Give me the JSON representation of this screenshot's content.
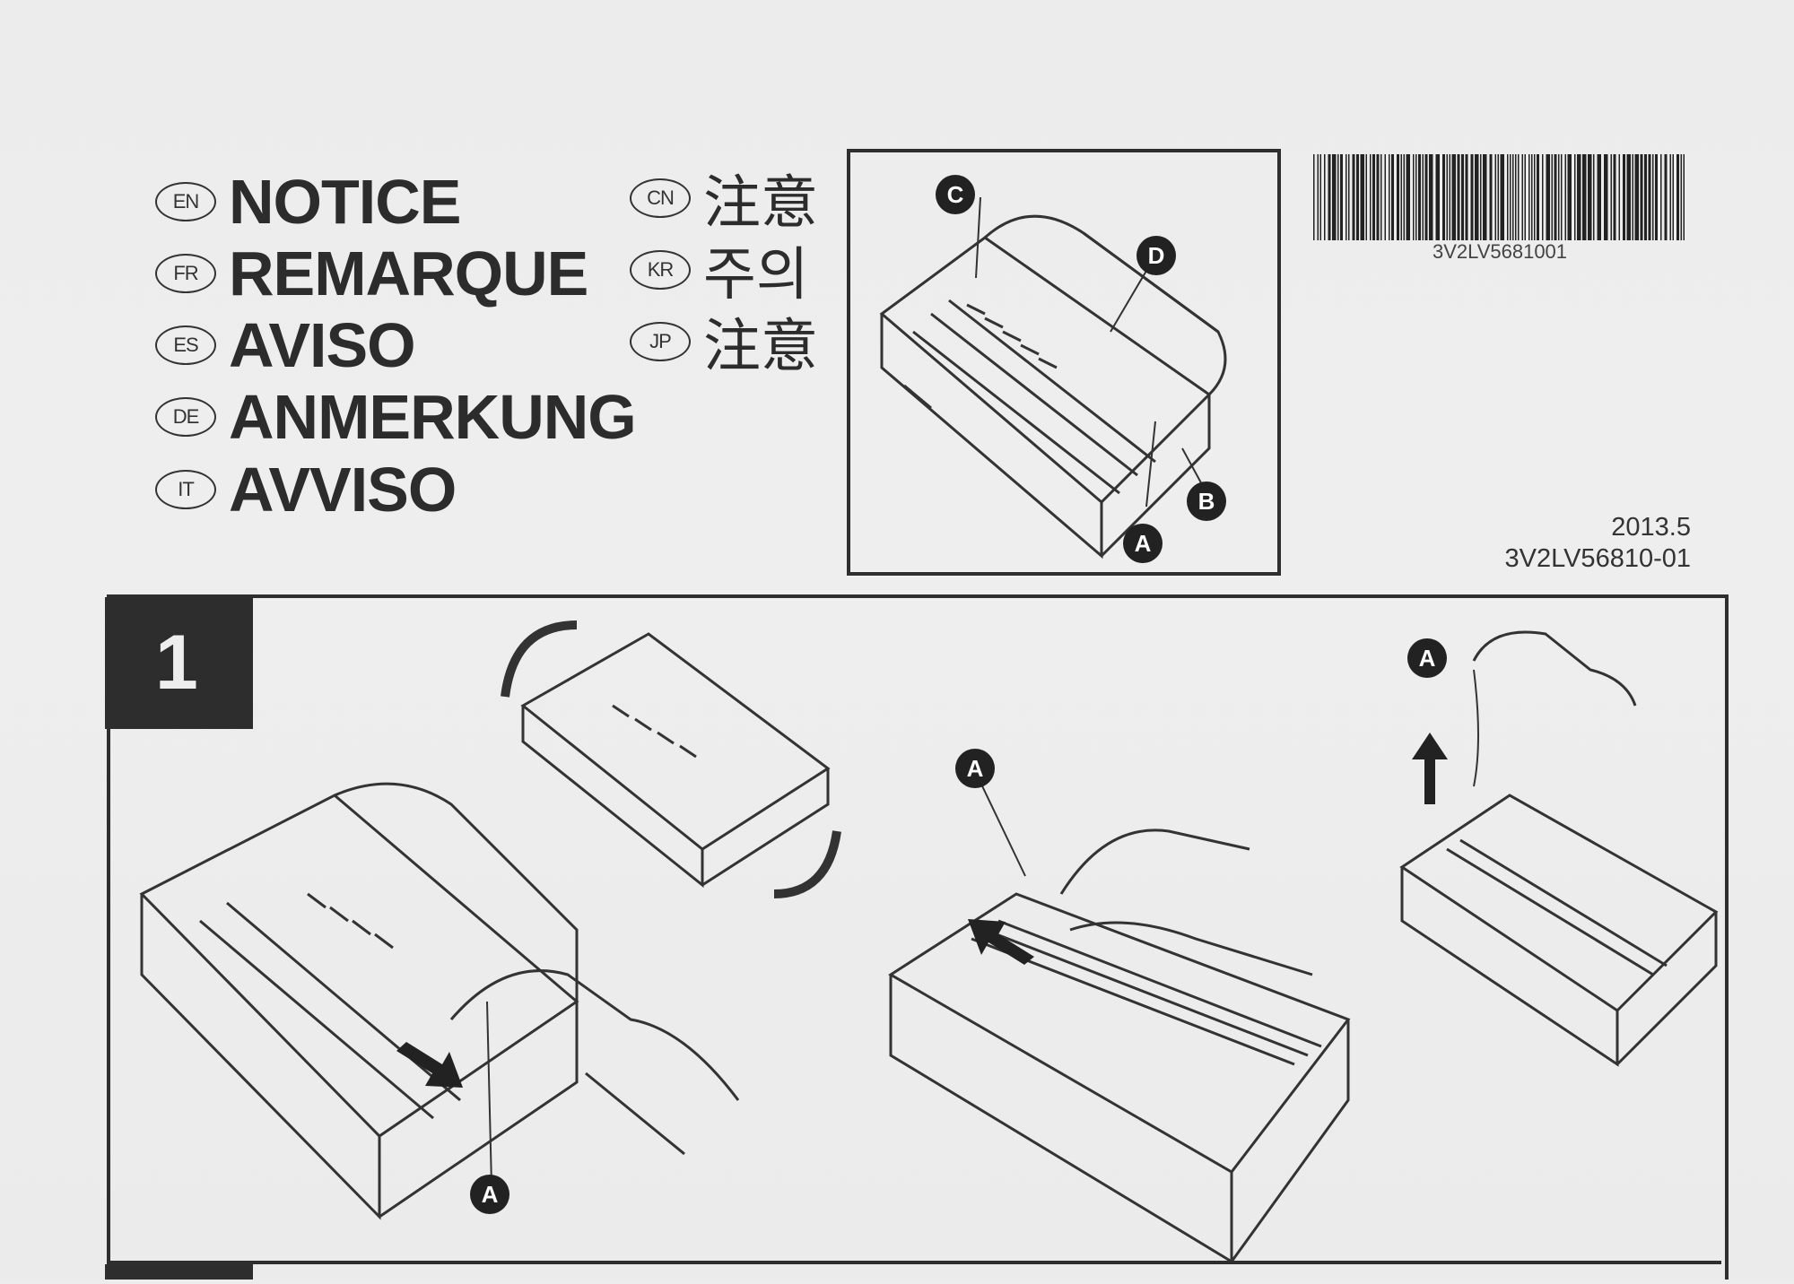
{
  "notice": {
    "languages": [
      {
        "code": "EN",
        "word": "NOTICE"
      },
      {
        "code": "FR",
        "word": "REMARQUE"
      },
      {
        "code": "ES",
        "word": "AVISO"
      },
      {
        "code": "DE",
        "word": "ANMERKUNG"
      },
      {
        "code": "IT",
        "word": "AVVISO"
      }
    ],
    "asian_languages": [
      {
        "code": "CN",
        "word": "注意"
      },
      {
        "code": "KR",
        "word": "주의"
      },
      {
        "code": "JP",
        "word": "注意"
      }
    ]
  },
  "overview_diagram": {
    "callouts": [
      "A",
      "B",
      "C",
      "D"
    ]
  },
  "barcode": {
    "text": "3V2LV5681001"
  },
  "meta": {
    "date": "2013.5",
    "doc_code": "3V2LV56810-01"
  },
  "step": {
    "number": "1",
    "callouts": {
      "left": "A",
      "middle": "A",
      "right": "A"
    }
  }
}
